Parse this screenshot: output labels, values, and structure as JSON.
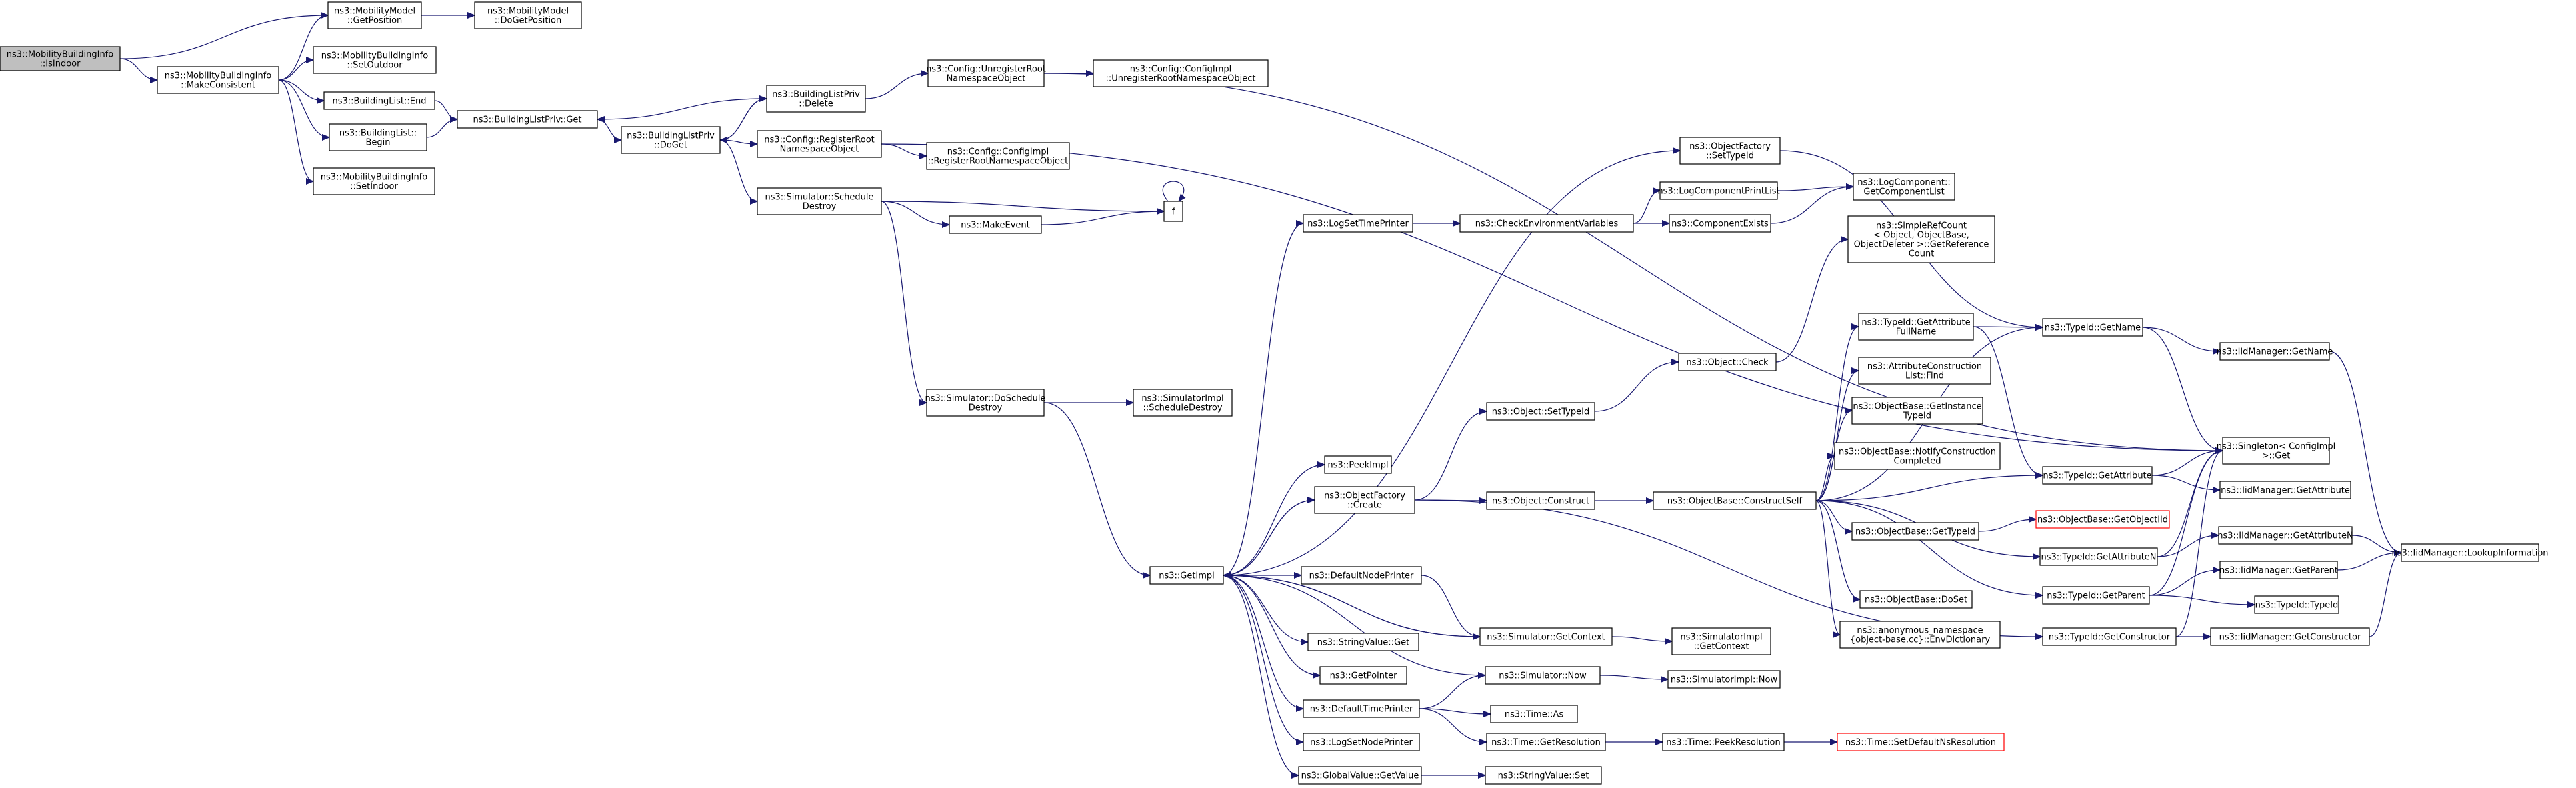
{
  "nodes": {
    "isindoor": {
      "lines": [
        "ns3::MobilityBuildingInfo",
        "::IsIndoor"
      ],
      "style": "root"
    },
    "makeconsistent": {
      "lines": [
        "ns3::MobilityBuildingInfo",
        "::MakeConsistent"
      ]
    },
    "getposition": {
      "lines": [
        "ns3::MobilityModel",
        "::GetPosition"
      ]
    },
    "dogetposition": {
      "lines": [
        "ns3::MobilityModel",
        "::DoGetPosition"
      ]
    },
    "setoutdoor": {
      "lines": [
        "ns3::MobilityBuildingInfo",
        "::SetOutdoor"
      ]
    },
    "blend": {
      "lines": [
        "ns3::BuildingList::End"
      ]
    },
    "blbegin": {
      "lines": [
        "ns3::BuildingList::",
        "Begin"
      ]
    },
    "setindoor": {
      "lines": [
        "ns3::MobilityBuildingInfo",
        "::SetIndoor"
      ]
    },
    "blpget": {
      "lines": [
        "ns3::BuildingListPriv::Get"
      ]
    },
    "blpdoget": {
      "lines": [
        "ns3::BuildingListPriv",
        "::DoGet"
      ]
    },
    "blpdelete": {
      "lines": [
        "ns3::BuildingListPriv",
        "::Delete"
      ]
    },
    "cfgunreg": {
      "lines": [
        "ns3::Config::UnregisterRoot",
        "NamespaceObject"
      ]
    },
    "cfgimplunreg": {
      "lines": [
        "ns3::Config::ConfigImpl",
        "::UnregisterRootNamespaceObject"
      ]
    },
    "cfgreg": {
      "lines": [
        "ns3::Config::RegisterRoot",
        "NamespaceObject"
      ]
    },
    "cfgimplreg": {
      "lines": [
        "ns3::Config::ConfigImpl",
        "::RegisterRootNamespaceObject"
      ]
    },
    "schedestroy": {
      "lines": [
        "ns3::Simulator::Schedule",
        "Destroy"
      ]
    },
    "makeevent": {
      "lines": [
        "ns3::MakeEvent"
      ]
    },
    "f": {
      "lines": [
        "f"
      ]
    },
    "doschedestroy": {
      "lines": [
        "ns3::Simulator::DoSchedule",
        "Destroy"
      ]
    },
    "simimplschedestroy": {
      "lines": [
        "ns3::SimulatorImpl",
        "::ScheduleDestroy"
      ]
    },
    "getimpl": {
      "lines": [
        "ns3::GetImpl"
      ]
    },
    "logsettimeprinter": {
      "lines": [
        "ns3::LogSetTimePrinter"
      ]
    },
    "checkenv": {
      "lines": [
        "ns3::CheckEnvironmentVariables"
      ]
    },
    "logcompprintlist": {
      "lines": [
        "ns3::LogComponentPrintList"
      ]
    },
    "compexists": {
      "lines": [
        "ns3::ComponentExists"
      ]
    },
    "getcomplist": {
      "lines": [
        "ns3::LogComponent::",
        "GetComponentList"
      ]
    },
    "ofsettypeid": {
      "lines": [
        "ns3::ObjectFactory",
        "::SetTypeId"
      ]
    },
    "simplerefcount": {
      "lines": [
        "ns3::SimpleRefCount",
        "< Object, ObjectBase,",
        "ObjectDeleter >::GetReference",
        "Count"
      ]
    },
    "getattrfullname": {
      "lines": [
        "ns3::TypeId::GetAttribute",
        "FullName"
      ]
    },
    "typeidgetname": {
      "lines": [
        "ns3::TypeId::GetName"
      ]
    },
    "iidgetname": {
      "lines": [
        "ns3::IidManager::GetName"
      ]
    },
    "attrconstrfind": {
      "lines": [
        "ns3::AttributeConstruction",
        "List::Find"
      ]
    },
    "objcheck": {
      "lines": [
        "ns3::Object::Check"
      ]
    },
    "obgetinsttypeid": {
      "lines": [
        "ns3::ObjectBase::GetInstance",
        "TypeId"
      ]
    },
    "objsettypeid": {
      "lines": [
        "ns3::Object::SetTypeId"
      ]
    },
    "notifyconstr": {
      "lines": [
        "ns3::ObjectBase::NotifyConstruction",
        "Completed"
      ]
    },
    "singletonget": {
      "lines": [
        "ns3::Singleton< ConfigImpl",
        " >::Get"
      ]
    },
    "peekimpl": {
      "lines": [
        "ns3::PeekImpl"
      ]
    },
    "typeidgetattr": {
      "lines": [
        "ns3::TypeId::GetAttribute"
      ]
    },
    "iidgetattr": {
      "lines": [
        "ns3::IidManager::GetAttribute"
      ]
    },
    "ofcreate": {
      "lines": [
        "ns3::ObjectFactory",
        "::Create"
      ]
    },
    "objconstruct": {
      "lines": [
        "ns3::Object::Construct"
      ]
    },
    "obconstructself": {
      "lines": [
        "ns3::ObjectBase::ConstructSelf"
      ]
    },
    "obgettypeid": {
      "lines": [
        "ns3::ObjectBase::GetTypeId"
      ]
    },
    "obgetobjectiid": {
      "lines": [
        "ns3::ObjectBase::GetObjectIid"
      ],
      "style": "missing"
    },
    "typeidgetattrn": {
      "lines": [
        "ns3::TypeId::GetAttributeN"
      ]
    },
    "iidgetattrn": {
      "lines": [
        "ns3::IidManager::GetAttributeN"
      ]
    },
    "iidlookup": {
      "lines": [
        "ns3::IidManager::LookupInformation"
      ]
    },
    "defnodeprinter": {
      "lines": [
        "ns3::DefaultNodePrinter"
      ]
    },
    "iidgetparent": {
      "lines": [
        "ns3::IidManager::GetParent"
      ]
    },
    "obdoset": {
      "lines": [
        "ns3::ObjectBase::DoSet"
      ]
    },
    "typeidgetparent": {
      "lines": [
        "ns3::TypeId::GetParent"
      ]
    },
    "typeidtypeid": {
      "lines": [
        "ns3::TypeId::TypeId"
      ]
    },
    "simgetcontext": {
      "lines": [
        "ns3::Simulator::GetContext"
      ]
    },
    "simimplgetcontext": {
      "lines": [
        "ns3::SimulatorImpl",
        "::GetContext"
      ]
    },
    "envdict": {
      "lines": [
        "ns3::anonymous_namespace",
        "{object-base.cc}::EnvDictionary"
      ]
    },
    "stringvalueget": {
      "lines": [
        "ns3::StringValue::Get"
      ]
    },
    "typeidgetconstr": {
      "lines": [
        "ns3::TypeId::GetConstructor"
      ]
    },
    "iidgetconstr": {
      "lines": [
        "ns3::IidManager::GetConstructor"
      ]
    },
    "getpointer": {
      "lines": [
        "ns3::GetPointer"
      ]
    },
    "simnow": {
      "lines": [
        "ns3::Simulator::Now"
      ]
    },
    "simimplnow": {
      "lines": [
        "ns3::SimulatorImpl::Now"
      ]
    },
    "deftimeprinter": {
      "lines": [
        "ns3::DefaultTimePrinter"
      ]
    },
    "timeas": {
      "lines": [
        "ns3::Time::As"
      ]
    },
    "logsetnodeprinter": {
      "lines": [
        "ns3::LogSetNodePrinter"
      ]
    },
    "timegetres": {
      "lines": [
        "ns3::Time::GetResolution"
      ]
    },
    "timepeekres": {
      "lines": [
        "ns3::Time::PeekResolution"
      ]
    },
    "timesetdefns": {
      "lines": [
        "ns3::Time::SetDefaultNsResolution"
      ],
      "style": "missing"
    },
    "gvgetvalue": {
      "lines": [
        "ns3::GlobalValue::GetValue"
      ]
    },
    "stringvalueset": {
      "lines": [
        "ns3::StringValue::Set"
      ]
    }
  },
  "edges": [
    [
      "isindoor",
      "getposition"
    ],
    [
      "isindoor",
      "makeconsistent"
    ],
    [
      "getposition",
      "dogetposition"
    ],
    [
      "makeconsistent",
      "getposition"
    ],
    [
      "makeconsistent",
      "setoutdoor"
    ],
    [
      "makeconsistent",
      "blend"
    ],
    [
      "makeconsistent",
      "blbegin"
    ],
    [
      "makeconsistent",
      "setindoor"
    ],
    [
      "blend",
      "blpget"
    ],
    [
      "blbegin",
      "blpget"
    ],
    [
      "blpget",
      "blpdoget"
    ],
    [
      "blpdoget",
      "blpdelete"
    ],
    [
      "blpdoget",
      "cfgreg"
    ],
    [
      "blpdoget",
      "schedestroy"
    ],
    [
      "blpdelete",
      "blpget"
    ],
    [
      "blpdelete",
      "blpdoget"
    ],
    [
      "blpdelete",
      "cfgunreg"
    ],
    [
      "cfgunreg",
      "cfgimplunreg"
    ],
    [
      "cfgunreg",
      "singletonget"
    ],
    [
      "cfgreg",
      "cfgimplreg"
    ],
    [
      "cfgreg",
      "singletonget"
    ],
    [
      "schedestroy",
      "makeevent"
    ],
    [
      "schedestroy",
      "f"
    ],
    [
      "schedestroy",
      "doschedestroy"
    ],
    [
      "makeevent",
      "f"
    ],
    [
      "f",
      "f"
    ],
    [
      "doschedestroy",
      "simimplschedestroy"
    ],
    [
      "doschedestroy",
      "getimpl"
    ],
    [
      "getimpl",
      "logsettimeprinter"
    ],
    [
      "getimpl",
      "ofsettypeid"
    ],
    [
      "getimpl",
      "peekimpl"
    ],
    [
      "getimpl",
      "ofcreate"
    ],
    [
      "getimpl",
      "defnodeprinter"
    ],
    [
      "getimpl",
      "simgetcontext"
    ],
    [
      "getimpl",
      "stringvalueget"
    ],
    [
      "getimpl",
      "getpointer"
    ],
    [
      "getimpl",
      "deftimeprinter"
    ],
    [
      "getimpl",
      "logsetnodeprinter"
    ],
    [
      "getimpl",
      "gvgetvalue"
    ],
    [
      "logsettimeprinter",
      "checkenv"
    ],
    [
      "checkenv",
      "logcompprintlist"
    ],
    [
      "checkenv",
      "compexists"
    ],
    [
      "logcompprintlist",
      "getcomplist"
    ],
    [
      "compexists",
      "getcomplist"
    ],
    [
      "ofsettypeid",
      "typeidgetname"
    ],
    [
      "ofcreate",
      "objsettypeid"
    ],
    [
      "ofcreate",
      "objconstruct"
    ],
    [
      "ofcreate",
      "getimpl"
    ],
    [
      "ofcreate",
      "typeidgetconstr"
    ],
    [
      "objsettypeid",
      "objcheck"
    ],
    [
      "objcheck",
      "simplerefcount"
    ],
    [
      "objconstruct",
      "obconstructself"
    ],
    [
      "obconstructself",
      "getattrfullname"
    ],
    [
      "obconstructself",
      "attrconstrfind"
    ],
    [
      "obconstructself",
      "obgetinsttypeid"
    ],
    [
      "obconstructself",
      "notifyconstr"
    ],
    [
      "obconstructself",
      "typeidgetattr"
    ],
    [
      "obconstructself",
      "obgettypeid"
    ],
    [
      "obconstructself",
      "typeidgetattrn"
    ],
    [
      "obconstructself",
      "obdoset"
    ],
    [
      "obconstructself",
      "envdict"
    ],
    [
      "obconstructself",
      "typeidgetparent"
    ],
    [
      "obconstructself",
      "typeidgetname"
    ],
    [
      "getattrfullname",
      "typeidgetname"
    ],
    [
      "getattrfullname",
      "typeidgetattr"
    ],
    [
      "typeidgetname",
      "iidgetname"
    ],
    [
      "typeidgetname",
      "singletonget"
    ],
    [
      "iidgetname",
      "iidlookup"
    ],
    [
      "typeidgetattr",
      "iidgetattr"
    ],
    [
      "typeidgetattr",
      "singletonget"
    ],
    [
      "obgettypeid",
      "obgetobjectiid"
    ],
    [
      "typeidgetattrn",
      "iidgetattrn"
    ],
    [
      "typeidgetattrn",
      "singletonget"
    ],
    [
      "iidgetattrn",
      "iidlookup"
    ],
    [
      "typeidgetparent",
      "iidgetparent"
    ],
    [
      "typeidgetparent",
      "typeidtypeid"
    ],
    [
      "typeidgetparent",
      "singletonget"
    ],
    [
      "iidgetparent",
      "iidlookup"
    ],
    [
      "typeidgetconstr",
      "iidgetconstr"
    ],
    [
      "typeidgetconstr",
      "singletonget"
    ],
    [
      "iidgetconstr",
      "iidlookup"
    ],
    [
      "defnodeprinter",
      "simgetcontext"
    ],
    [
      "simgetcontext",
      "simimplgetcontext"
    ],
    [
      "simgetcontext",
      "getimpl"
    ],
    [
      "deftimeprinter",
      "simnow"
    ],
    [
      "deftimeprinter",
      "timeas"
    ],
    [
      "deftimeprinter",
      "timegetres"
    ],
    [
      "simnow",
      "simimplnow"
    ],
    [
      "simnow",
      "getimpl"
    ],
    [
      "timegetres",
      "timepeekres"
    ],
    [
      "timepeekres",
      "timesetdefns"
    ],
    [
      "gvgetvalue",
      "stringvalueset"
    ]
  ]
}
